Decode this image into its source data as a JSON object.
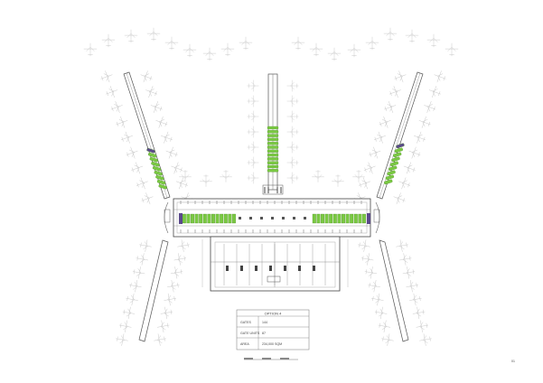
{
  "legend": {
    "title": "OPTION 4",
    "rows": [
      {
        "label": "GATES",
        "value": "144"
      },
      {
        "label": "GATE UNITS",
        "value": "87"
      },
      {
        "label": "AREA",
        "value": "234,000 SQM"
      }
    ]
  },
  "sheet_number": "01",
  "colors": {
    "line": "#8a8a8a",
    "light_line": "#c4c4c4",
    "dark": "#333333",
    "green": "#7ac943",
    "purple": "#5b4a8b"
  }
}
